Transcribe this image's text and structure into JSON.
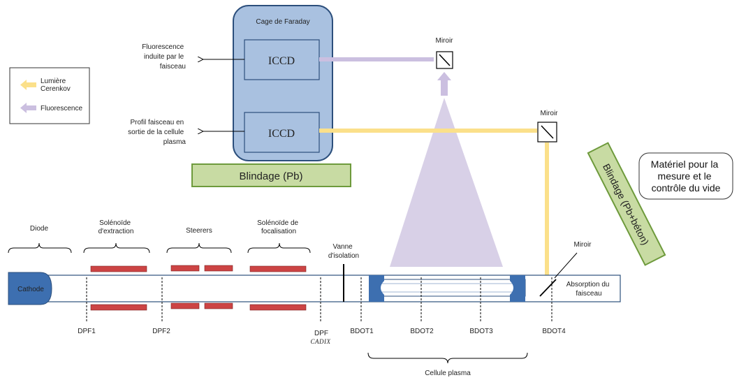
{
  "faraday": {
    "title": "Cage de Faraday",
    "detector_top": "ICCD",
    "detector_bottom": "ICCD"
  },
  "left_labels": {
    "fluo": [
      "Fluorescence",
      "induite par le",
      "faisceau"
    ],
    "profil": [
      "Profil faisceau en",
      "sortie de la cellule",
      "plasma"
    ]
  },
  "legend": {
    "cerenkov": [
      "Lumière",
      "Cerenkov"
    ],
    "fluorescence": "Fluorescence"
  },
  "mirrors": {
    "top": "Miroir",
    "right": "Miroir",
    "beam": "Miroir"
  },
  "shield": {
    "pb": "Blindage (Pb)",
    "pb_beton": "Blindage (Pb+béton)"
  },
  "vacuum_box": [
    "Matériel pour la",
    "mesure et le",
    "contrôle du vide"
  ],
  "sections": {
    "diode": "Diode",
    "solenoid_extraction": [
      "Solénoïde",
      "d'extraction"
    ],
    "steerers": "Steerers",
    "solenoid_focus": [
      "Solénoïde de",
      "focalisation"
    ],
    "vanne": [
      "Vanne",
      "d'isolation"
    ]
  },
  "beamline": {
    "cathode": "Cathode",
    "absorption": [
      "Absorption du",
      "faisceau"
    ]
  },
  "diagnostics": {
    "dpf1": "DPF1",
    "dpf2": "DPF2",
    "dpf": "DPF",
    "cadix": "CADIX",
    "bdot1": "BDOT1",
    "bdot2": "BDOT2",
    "bdot3": "BDOT3",
    "bdot4": "BDOT4"
  },
  "plasma_cell": "Cellule plasma",
  "colors": {
    "cage_fill": "#a9c1e0",
    "cage_stroke": "#2c4f7c",
    "shield_fill": "#c8dba3",
    "shield_stroke": "#6e9a3c",
    "cerenkov": "#fbe08a",
    "fluorescence": "#cbbfe0",
    "coil": "#cc4444",
    "cathode": "#3d6fb0"
  }
}
